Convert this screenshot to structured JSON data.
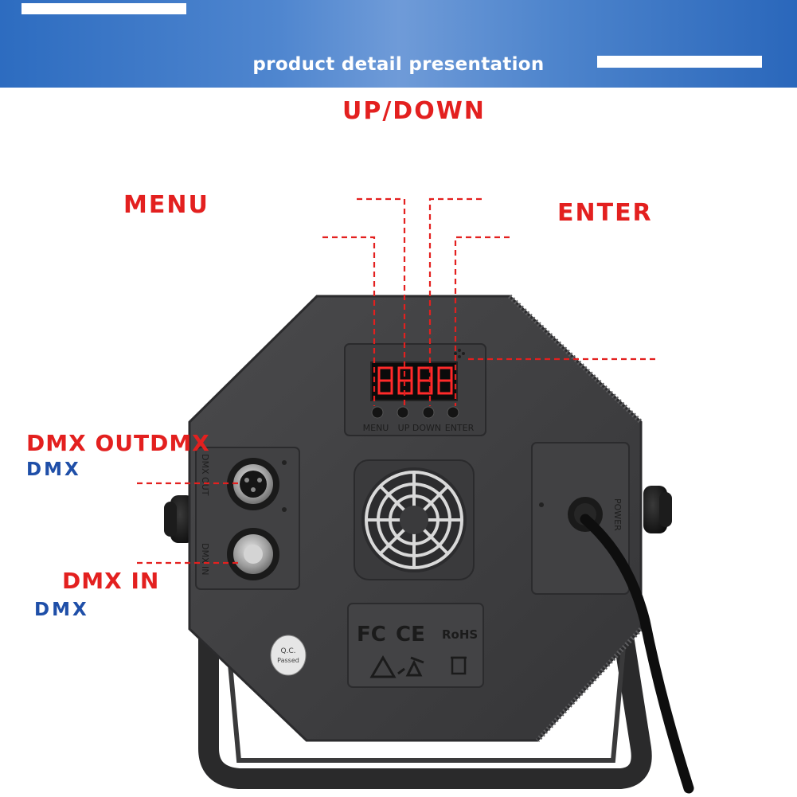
{
  "banner": {
    "title": "product detail presentation"
  },
  "callouts": {
    "up_down": "UP/DOWN",
    "menu": "MENU",
    "enter": "ENTER",
    "dmx_out": "DMX OUTDMX",
    "dmx_out_sub": "DMX",
    "dmx_in": "DMX IN",
    "dmx_in_sub": "DMX"
  },
  "device": {
    "display": "8.8.8.8",
    "button_labels": [
      "MENU",
      "UP",
      "DOWN",
      "ENTER"
    ],
    "port_out_label": "DMX OUT",
    "port_in_label": "DMX IN",
    "power_label": "POWER",
    "qc_sticker": [
      "Q.C.",
      "Passed"
    ],
    "cert_marks": [
      "FC",
      "CE",
      "RoHS"
    ]
  },
  "colors": {
    "callout_red": "#e3201f",
    "callout_blue": "#1f4fa8",
    "banner": "#4f86cf"
  }
}
